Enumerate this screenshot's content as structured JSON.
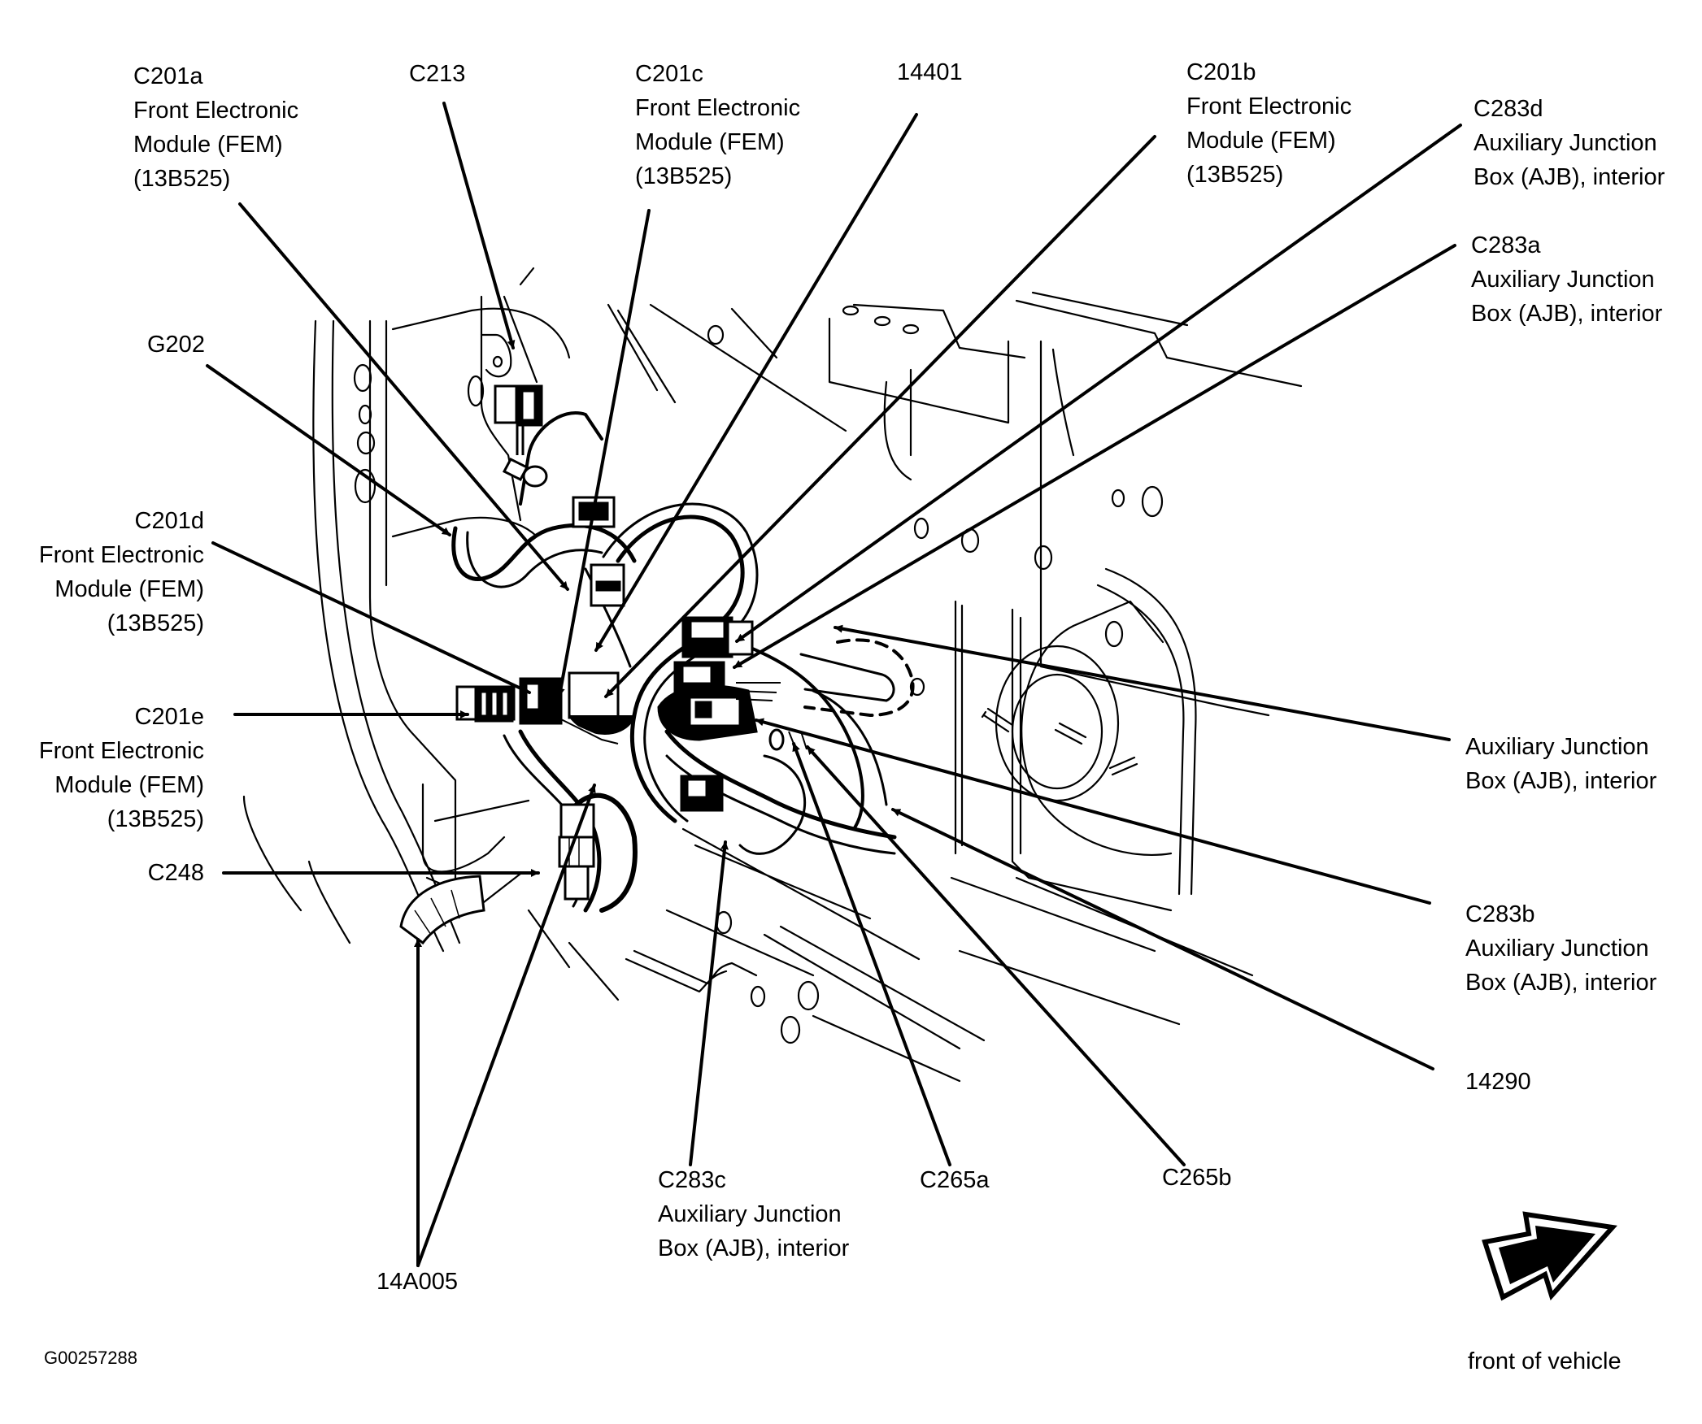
{
  "figure_id": "G00257288",
  "orientation": {
    "label": "front of vehicle",
    "icon": "direction-arrow-icon"
  },
  "callouts": [
    {
      "id": "C201a",
      "lines": [
        "C201a",
        "Front Electronic",
        "Module (FEM)",
        "(13B525)"
      ]
    },
    {
      "id": "C213",
      "lines": [
        "C213"
      ]
    },
    {
      "id": "C201c",
      "lines": [
        "C201c",
        "Front Electronic",
        "Module (FEM)",
        "(13B525)"
      ]
    },
    {
      "id": "14401",
      "lines": [
        "14401"
      ]
    },
    {
      "id": "C201b",
      "lines": [
        "C201b",
        "Front Electronic",
        "Module (FEM)",
        "(13B525)"
      ]
    },
    {
      "id": "C283d",
      "lines": [
        "C283d",
        "Auxiliary Junction",
        "Box (AJB), interior"
      ]
    },
    {
      "id": "C283a",
      "lines": [
        "C283a",
        "Auxiliary Junction",
        "Box (AJB), interior"
      ]
    },
    {
      "id": "G202",
      "lines": [
        "G202"
      ]
    },
    {
      "id": "C201d",
      "lines": [
        "C201d",
        "Front Electronic",
        "Module (FEM)",
        "(13B525)"
      ]
    },
    {
      "id": "C201e",
      "lines": [
        "C201e",
        "Front Electronic",
        "Module (FEM)",
        "(13B525)"
      ]
    },
    {
      "id": "C248",
      "lines": [
        "C248"
      ]
    },
    {
      "id": "AJB",
      "lines": [
        "Auxiliary Junction",
        "Box (AJB), interior"
      ]
    },
    {
      "id": "C283b",
      "lines": [
        "C283b",
        "Auxiliary Junction",
        "Box (AJB), interior"
      ]
    },
    {
      "id": "14290",
      "lines": [
        "14290"
      ]
    },
    {
      "id": "C283c",
      "lines": [
        "C283c",
        "Auxiliary Junction",
        "Box (AJB), interior"
      ]
    },
    {
      "id": "C265a",
      "lines": [
        "C265a"
      ]
    },
    {
      "id": "C265b",
      "lines": [
        "C265b"
      ]
    },
    {
      "id": "14A005",
      "lines": [
        "14A005"
      ]
    }
  ]
}
